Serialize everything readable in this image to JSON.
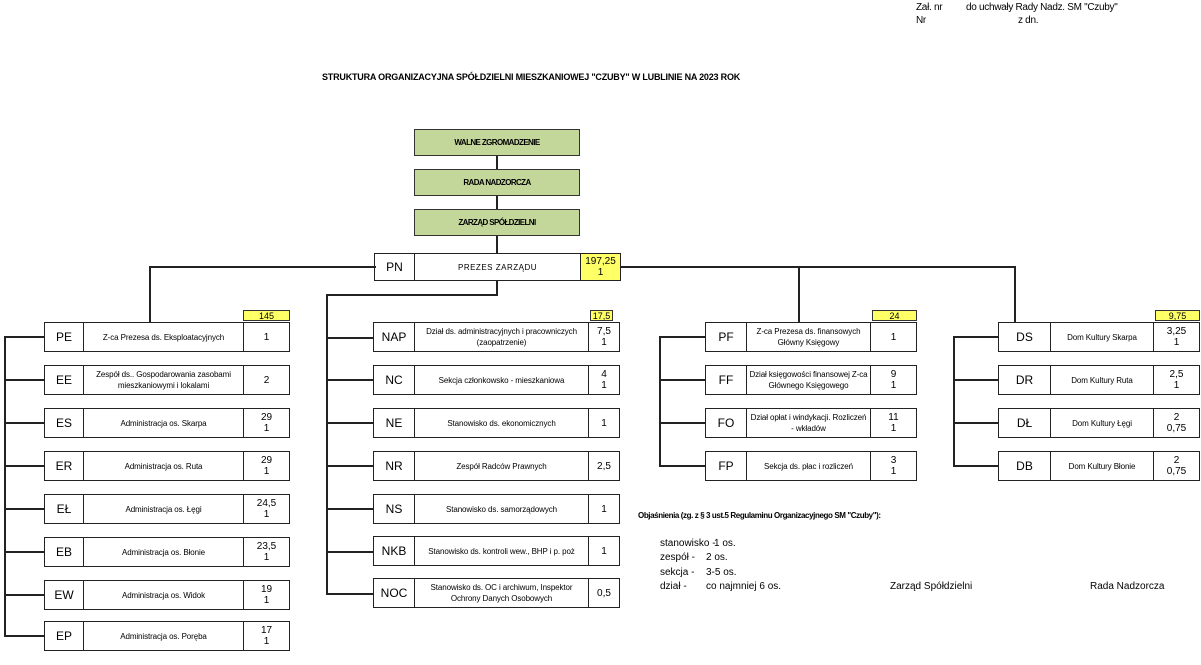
{
  "header": {
    "zal_nr": "Zał. nr",
    "do_uchwaly": "do uchwały Rady Nadz. SM \"Czuby\"",
    "nr": "Nr",
    "z_dn": "z dn."
  },
  "title": "STRUKTURA ORGANIZACYJNA SPÓŁDZIELNI MIESZKANIOWEJ \"CZUBY\" W LUBLINIE NA 2023 ROK",
  "top_boxes": [
    "WALNE ZGROMADZENIE",
    "RADA NADZORCZA",
    "ZARZĄD SPÓŁDZIELNI"
  ],
  "president": {
    "code": "PN",
    "name": "PREZES ZARZĄDU",
    "num1": "197,25",
    "num2": "1"
  },
  "totals": {
    "e": "145",
    "n": "17,5",
    "f": "24",
    "d": "9,75"
  },
  "col_e": [
    {
      "code": "PE",
      "name": "Z-ca Prezesa ds. Eksploatacyjnych",
      "n1": "1",
      "n2": ""
    },
    {
      "code": "EE",
      "name": "Zespół ds.. Gospodarowania zasobami mieszkaniowymi i lokalami",
      "n1": "2",
      "n2": ""
    },
    {
      "code": "ES",
      "name": "Administracja os. Skarpa",
      "n1": "29",
      "n2": "1"
    },
    {
      "code": "ER",
      "name": "Administracja os. Ruta",
      "n1": "29",
      "n2": "1"
    },
    {
      "code": "EŁ",
      "name": "Administracja os. Łęgi",
      "n1": "24,5",
      "n2": "1"
    },
    {
      "code": "EB",
      "name": "Administracja os. Błonie",
      "n1": "23,5",
      "n2": "1"
    },
    {
      "code": "EW",
      "name": "Administracja os. Widok",
      "n1": "19",
      "n2": "1"
    },
    {
      "code": "EP",
      "name": "Administracja os. Poręba",
      "n1": "17",
      "n2": "1"
    }
  ],
  "col_n": [
    {
      "code": "NAP",
      "name": "Dział ds. administracyjnych i pracowniczych (zaopatrzenie)",
      "n1": "7,5",
      "n2": "1"
    },
    {
      "code": "NC",
      "name": "Sekcja członkowsko - mieszkaniowa",
      "n1": "4",
      "n2": "1"
    },
    {
      "code": "NE",
      "name": "Stanowisko ds. ekonomicznych",
      "n1": "1",
      "n2": ""
    },
    {
      "code": "NR",
      "name": "Zespół Radców Prawnych",
      "n1": "2,5",
      "n2": ""
    },
    {
      "code": "NS",
      "name": "Stanowisko ds. samorządowych",
      "n1": "1",
      "n2": ""
    },
    {
      "code": "NKB",
      "name": "Stanowisko ds. kontroli wew., BHP i p. poż",
      "n1": "1",
      "n2": ""
    },
    {
      "code": "NOC",
      "name": "Stanowisko ds. OC i archiwum, Inspektor Ochrony Danych Osobowych",
      "n1": "0,5",
      "n2": ""
    }
  ],
  "col_f": [
    {
      "code": "PF",
      "name": "Z-ca Prezesa ds. finansowych Główny Księgowy",
      "n1": "1",
      "n2": ""
    },
    {
      "code": "FF",
      "name": "Dział księgowości finansowej Z-ca Głównego Księgowego",
      "n1": "9",
      "n2": "1"
    },
    {
      "code": "FO",
      "name": "Dział opłat i windykacji. Rozliczeń - wkładów",
      "n1": "11",
      "n2": "1"
    },
    {
      "code": "FP",
      "name": "Sekcja ds. płac i rozliczeń",
      "n1": "3",
      "n2": "1"
    }
  ],
  "col_d": [
    {
      "code": "DS",
      "name": "Dom Kultury Skarpa",
      "n1": "3,25",
      "n2": "1"
    },
    {
      "code": "DR",
      "name": "Dom Kultury Ruta",
      "n1": "2,5",
      "n2": "1"
    },
    {
      "code": "DŁ",
      "name": "Dom Kultury Łęgi",
      "n1": "2",
      "n2": "0,75"
    },
    {
      "code": "DB",
      "name": "Dom Kultury Błonie",
      "n1": "2",
      "n2": "0,75"
    }
  ],
  "legend": {
    "heading": "Objaśnienia (zg. z § 3 ust.5 Regulaminu Organizacyjnego SM \"Czuby\"):",
    "items": [
      {
        "term": "stanowisko -",
        "desc": "1 os."
      },
      {
        "term": "zespół -",
        "desc": "2 os."
      },
      {
        "term": "sekcja -",
        "desc": "3-5 os."
      },
      {
        "term": "dział -",
        "desc": "co najmniej 6 os."
      }
    ]
  },
  "signatures": {
    "zarzad": "Zarząd Spółdzielni",
    "rada": "Rada Nadzorcza"
  }
}
